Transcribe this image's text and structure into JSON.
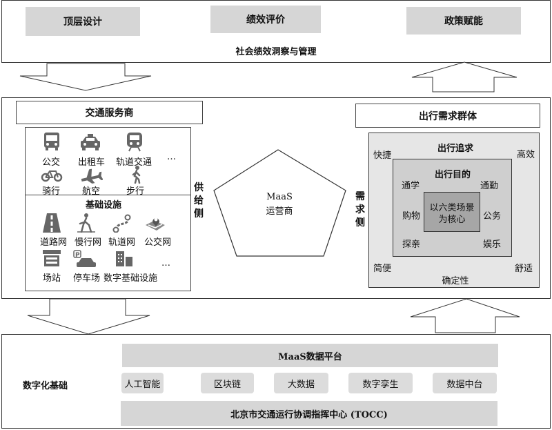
{
  "top": {
    "buttons": [
      "顶层设计",
      "绩效评价",
      "政策赋能"
    ],
    "caption": "社会绩效洞察与管理"
  },
  "supply": {
    "header": "交通服务商",
    "modes": [
      "公交",
      "出租车",
      "轨道交通",
      "…",
      "骑行",
      "航空",
      "步行"
    ],
    "infra_title": "基础设施",
    "infra": [
      "道路网",
      "慢行网",
      "轨道网",
      "公交网",
      "场站",
      "停车场",
      "数字基础设施",
      "…"
    ],
    "side_label": "供给侧"
  },
  "maas": {
    "line1": "MaaS",
    "line2": "运营商"
  },
  "demand": {
    "header": "出行需求群体",
    "side_label": "需求侧",
    "outer_title": "出行追求",
    "outer_bottom": "确定性",
    "corners": [
      "快捷",
      "高效",
      "简便",
      "舒适"
    ],
    "inner_title": "出行目的",
    "purposes": [
      "通学",
      "通勤",
      "购物",
      "公务",
      "探亲",
      "娱乐"
    ],
    "core_line1": "以六类场景",
    "core_line2": "为核心"
  },
  "bottom": {
    "platform": "MaaS数据平台",
    "label": "数字化基础",
    "techs": [
      "人工智能",
      "区块链",
      "大数据",
      "数字孪生",
      "数据中台"
    ],
    "center": "北京市交通运行协调指挥中心 (TOCC)"
  },
  "colors": {
    "block": "#d6d6d6",
    "dark_core": "#a6a6a6",
    "outer_sq": "#e6e6e6",
    "inner_sq": "#cfcfcf"
  }
}
